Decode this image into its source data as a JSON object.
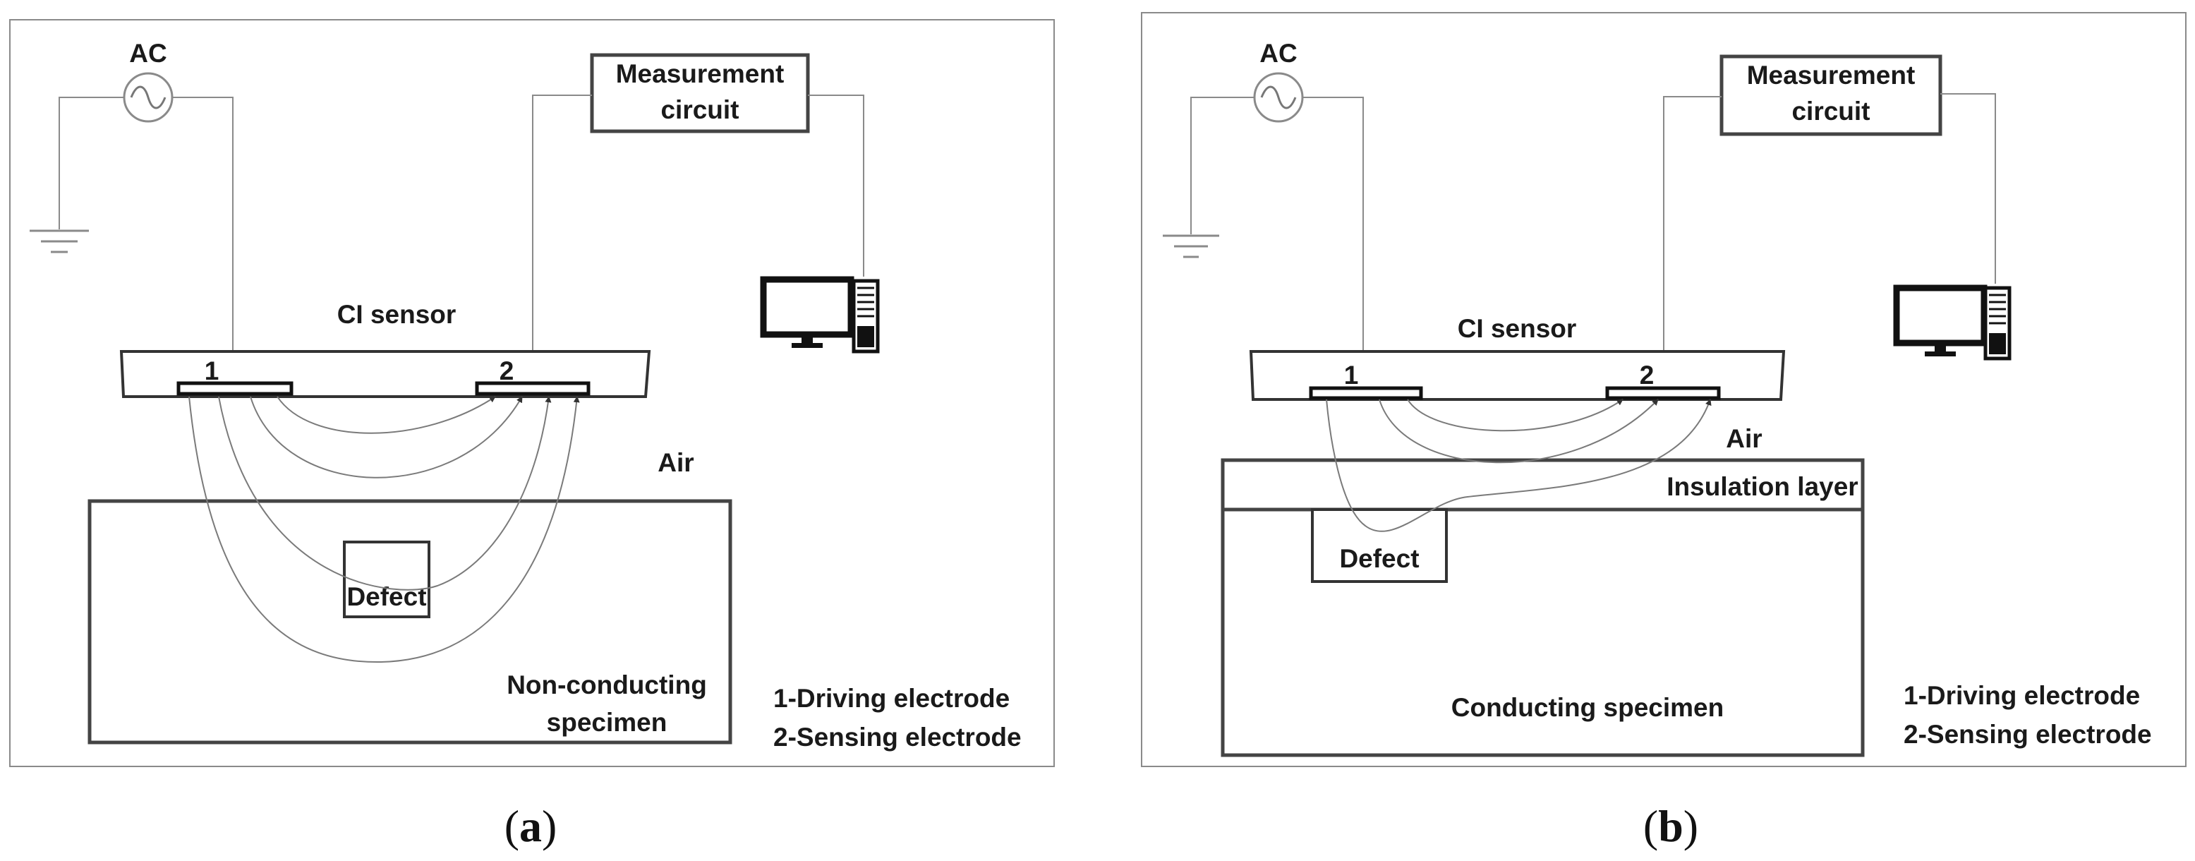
{
  "panels": [
    {
      "caption_open": "(",
      "caption_letter": "a",
      "caption_close": ")",
      "ac_label": "AC",
      "measurement_line1": "Measurement",
      "measurement_line2": "circuit",
      "sensor_label": "CI sensor",
      "electrode1": "1",
      "electrode2": "2",
      "air_label": "Air",
      "defect_label": "Defect",
      "specimen_line1": "Non-conducting",
      "specimen_line2": "specimen",
      "legend_line1": "1-Driving electrode",
      "legend_line2": "2-Sensing electrode"
    },
    {
      "caption_open": "(",
      "caption_letter": "b",
      "caption_close": ")",
      "ac_label": "AC",
      "measurement_line1": "Measurement",
      "measurement_line2": "circuit",
      "sensor_label": "CI sensor",
      "electrode1": "1",
      "electrode2": "2",
      "air_label": "Air",
      "insulation_label": "Insulation layer",
      "defect_label": "Defect",
      "specimen_label": "Conducting specimen",
      "legend_line1": "1-Driving electrode",
      "legend_line2": "2-Sensing electrode"
    }
  ],
  "icons": [
    "ac-source-icon",
    "ground-icon",
    "computer-icon",
    "arrowhead-icon"
  ]
}
